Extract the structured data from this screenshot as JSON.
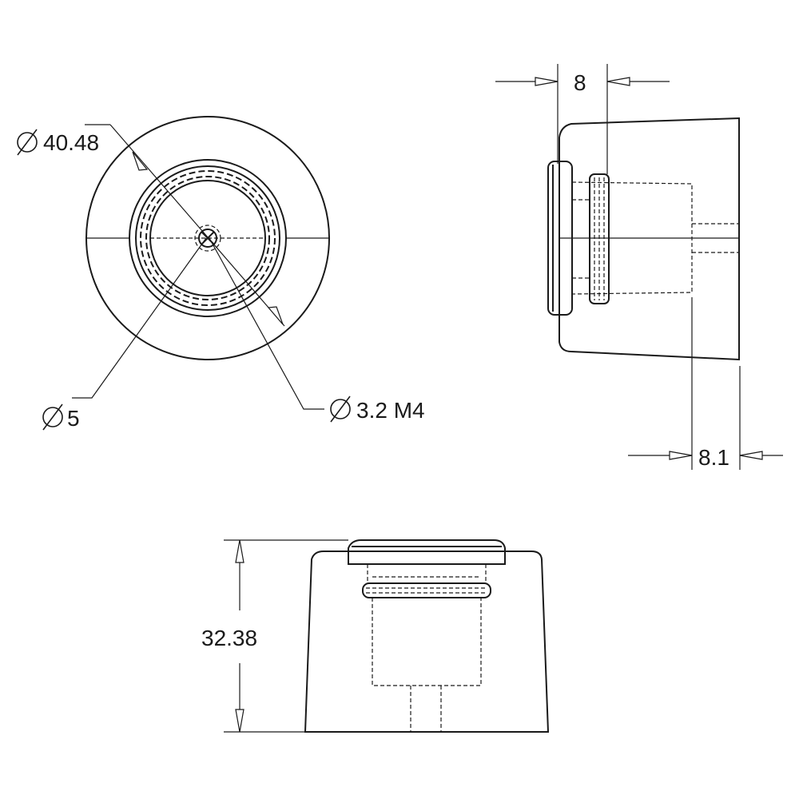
{
  "dimensions": {
    "outer_diameter": "40.48",
    "inner_diameter": "5",
    "screw_hole": "3.2 M4",
    "side_top_width": "8",
    "side_bottom_width": "8.1",
    "front_height": "32.38"
  },
  "symbols": {
    "diameter": "diameter-symbol"
  }
}
